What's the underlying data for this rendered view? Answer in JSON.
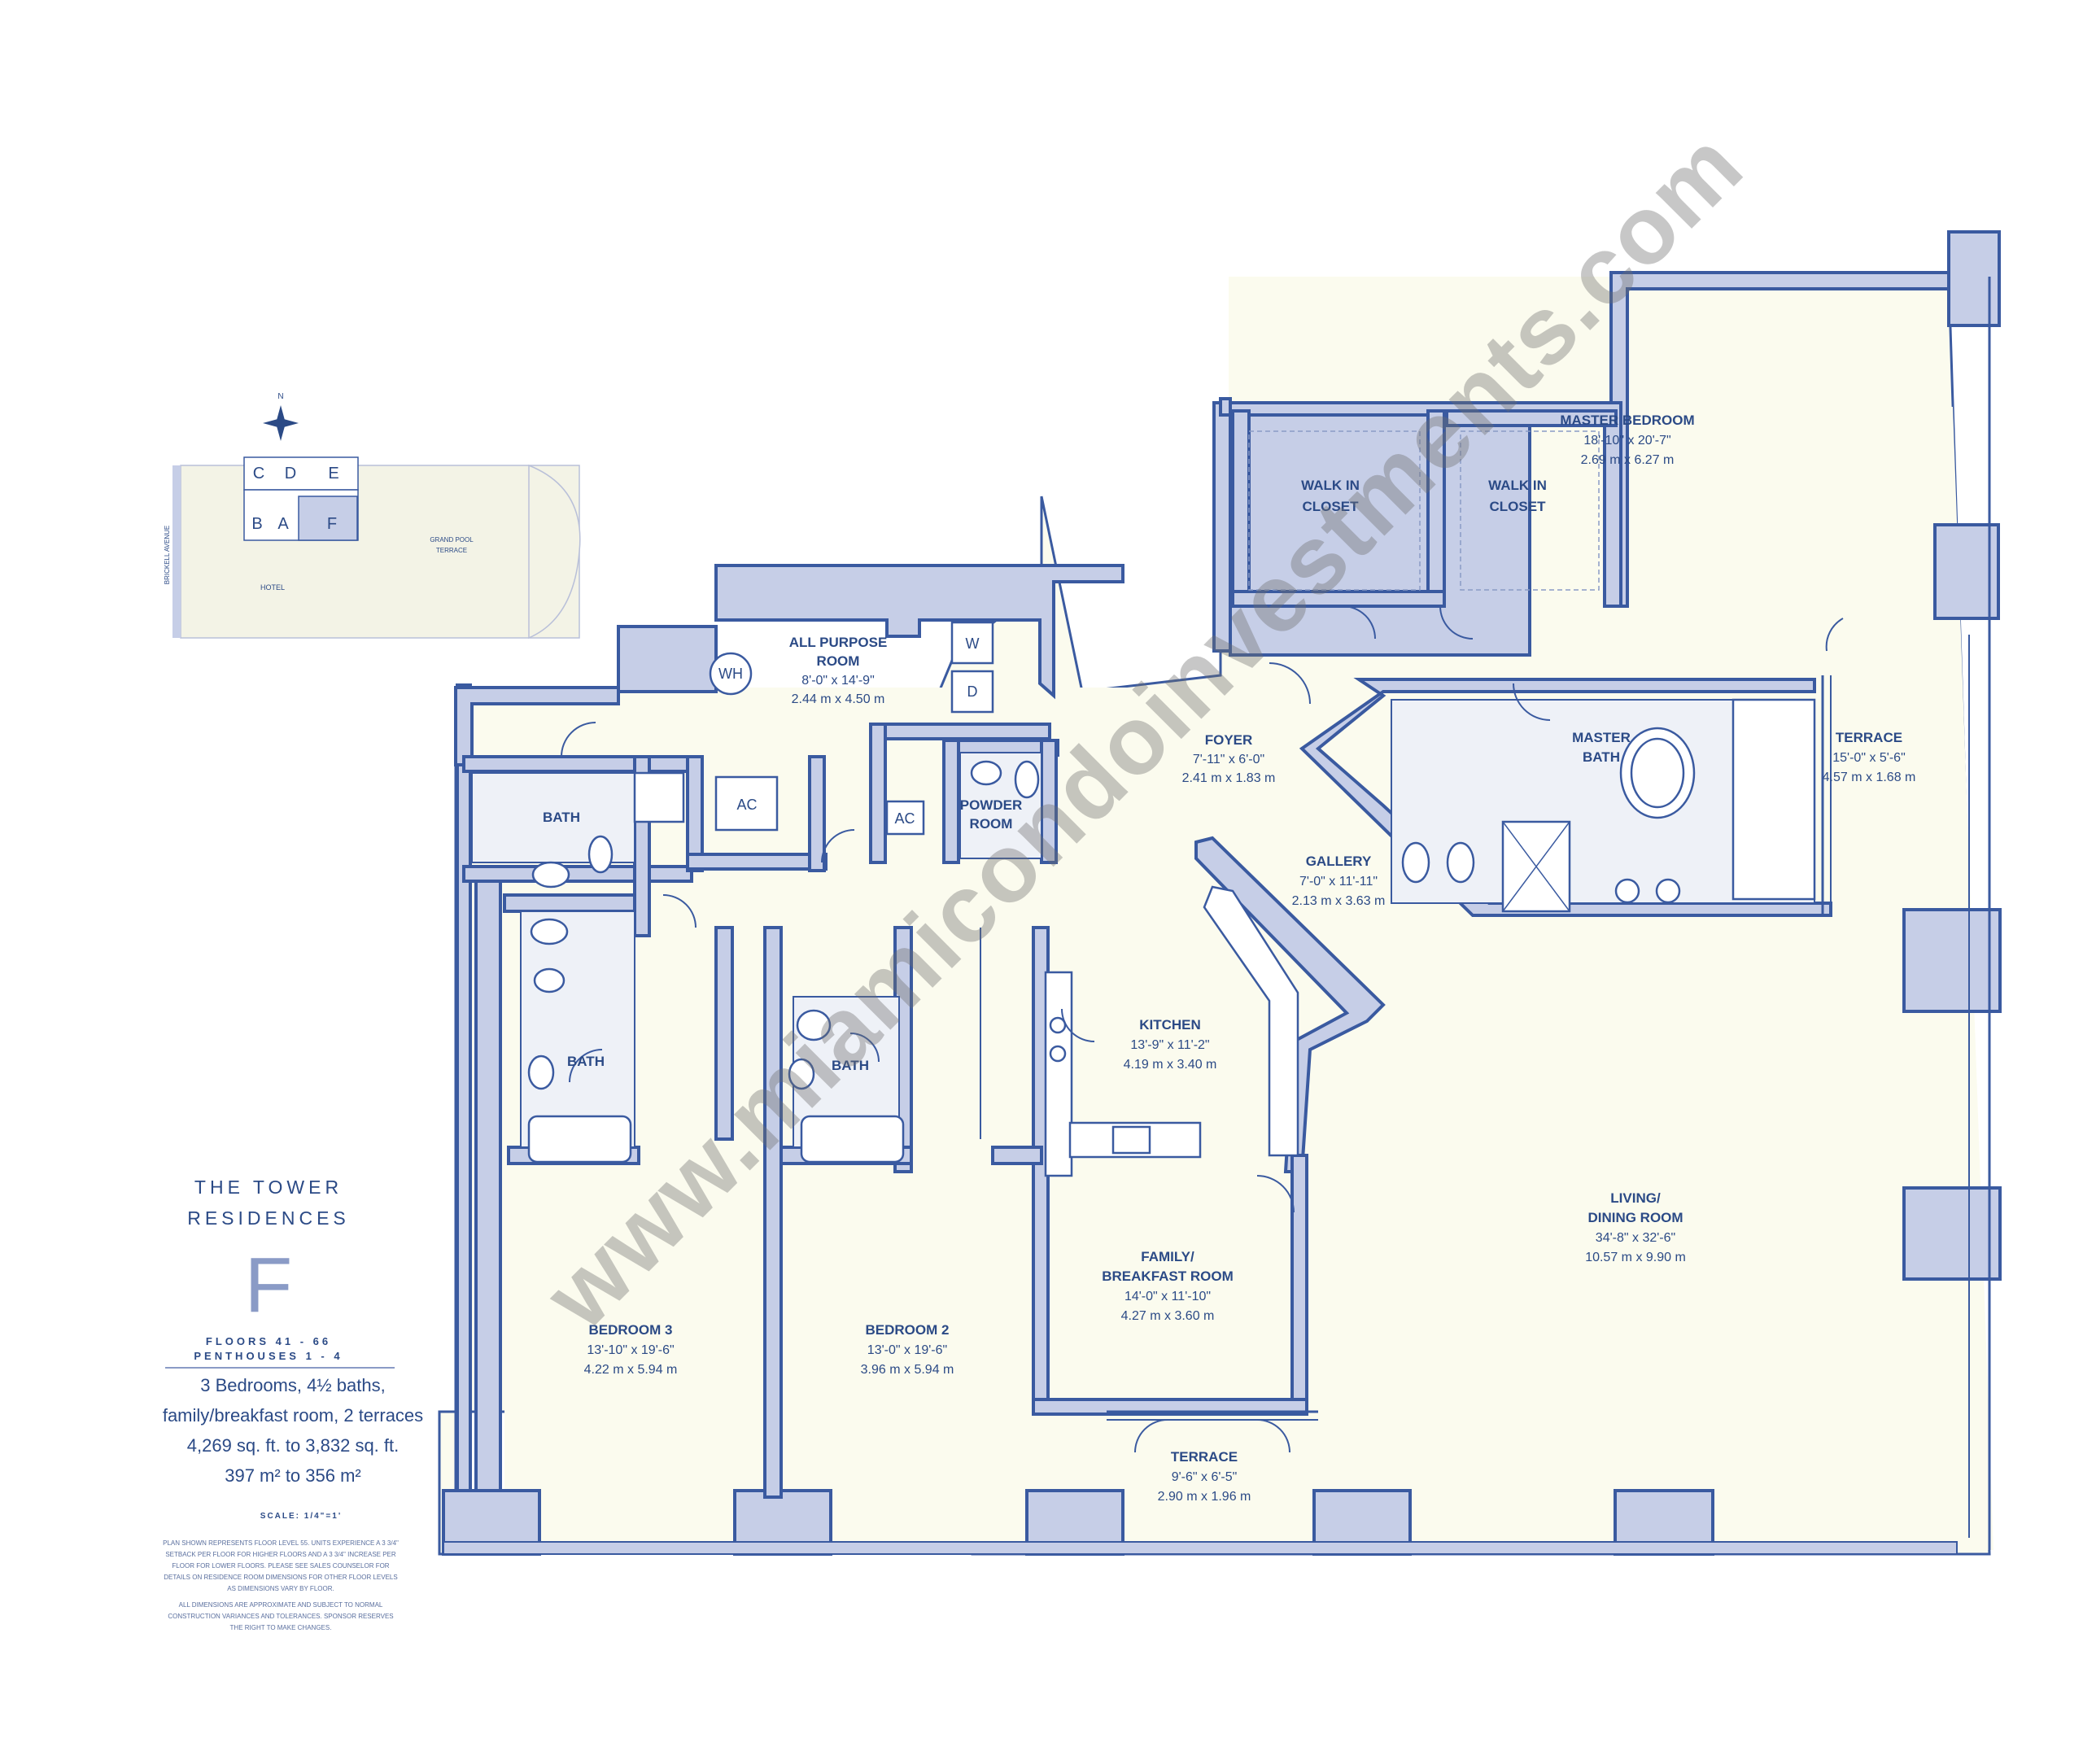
{
  "brand": {
    "title_line1": "THE TOWER",
    "title_line2": "RESIDENCES"
  },
  "unit": {
    "letter": "F",
    "floors_line1": "FLOORS 41 - 66",
    "floors_line2": "PENTHOUSES 1 - 4",
    "description_line1": "3 Bedrooms, 4½ baths,",
    "description_line2": "family/breakfast room, 2 terraces",
    "area_sqft": "4,269 sq. ft.  to  3,832 sq. ft.",
    "area_sqm": "397 m²  to  356 m²",
    "scale": "SCALE: 1/4\"=1'",
    "disclaimer_1": "PLAN SHOWN REPRESENTS FLOOR LEVEL 55. UNITS EXPERIENCE A 3 3/4\" SETBACK PER FLOOR FOR HIGHER FLOORS AND A 3 3/4\" INCREASE PER FLOOR FOR LOWER FLOORS. PLEASE SEE SALES COUNSELOR FOR DETAILS ON RESIDENCE ROOM DIMENSIONS FOR OTHER FLOOR LEVELS AS DIMENSIONS VARY BY FLOOR.",
    "disclaimer_2": "ALL DIMENSIONS ARE APPROXIMATE AND SUBJECT TO NORMAL CONSTRUCTION VARIANCES AND TOLERANCES. SPONSOR RESERVES THE RIGHT TO MAKE CHANGES."
  },
  "key_plan": {
    "north": "N",
    "units": [
      "C",
      "D",
      "E",
      "B",
      "A",
      "F"
    ],
    "street": "BRICKELL AVENUE",
    "hotel": "HOTEL",
    "pool_line1": "GRAND POOL",
    "pool_line2": "TERRACE"
  },
  "rooms": {
    "master_bedroom": {
      "name": "MASTER BEDROOM",
      "dim_ft": "18'-10\" x 20'-7\"",
      "dim_m": "2.69 m x 6.27 m"
    },
    "walk_in_1": {
      "name_1": "WALK IN",
      "name_2": "CLOSET"
    },
    "walk_in_2": {
      "name_1": "WALK IN",
      "name_2": "CLOSET"
    },
    "all_purpose": {
      "name_1": "ALL PURPOSE",
      "name_2": "ROOM",
      "dim_ft": "8'-0\" x 14'-9\"",
      "dim_m": "2.44 m x 4.50 m"
    },
    "foyer": {
      "name": "FOYER",
      "dim_ft": "7'-11\" x 6'-0\"",
      "dim_m": "2.41 m x 1.83 m"
    },
    "master_bath": {
      "name_1": "MASTER",
      "name_2": "BATH"
    },
    "terrace_east": {
      "name": "TERRACE",
      "dim_ft": "15'-0\" x 5'-6\"",
      "dim_m": "4.57 m x 1.68 m"
    },
    "gallery": {
      "name": "GALLERY",
      "dim_ft": "7'-0\" x 11'-11\"",
      "dim_m": "2.13 m x 3.63 m"
    },
    "kitchen": {
      "name": "KITCHEN",
      "dim_ft": "13'-9\" x 11'-2\"",
      "dim_m": "4.19 m x 3.40 m"
    },
    "living": {
      "name_1": "LIVING/",
      "name_2": "DINING ROOM",
      "dim_ft": "34'-8\" x 32'-6\"",
      "dim_m": "10.57 m x 9.90 m"
    },
    "family": {
      "name_1": "FAMILY/",
      "name_2": "BREAKFAST ROOM",
      "dim_ft": "14'-0\" x 11'-10\"",
      "dim_m": "4.27 m x 3.60 m"
    },
    "bedroom3": {
      "name": "BEDROOM 3",
      "dim_ft": "13'-10\" x 19'-6\"",
      "dim_m": "4.22 m x 5.94 m"
    },
    "bedroom2": {
      "name": "BEDROOM 2",
      "dim_ft": "13'-0\" x 19'-6\"",
      "dim_m": "3.96 m x 5.94 m"
    },
    "terrace_south": {
      "name": "TERRACE",
      "dim_ft": "9'-6\" x 6'-5\"",
      "dim_m": "2.90 m x 1.96 m"
    },
    "bath_a": {
      "name": "BATH"
    },
    "bath_b": {
      "name": "BATH"
    },
    "bath_c": {
      "name": "BATH"
    },
    "powder": {
      "name_1": "POWDER",
      "name_2": "ROOM"
    }
  },
  "fixtures": {
    "wh": "WH",
    "washer": "W",
    "dryer": "D",
    "ac_1": "AC",
    "ac_2": "AC"
  },
  "watermark": "www.miamicondoinvestments.com"
}
